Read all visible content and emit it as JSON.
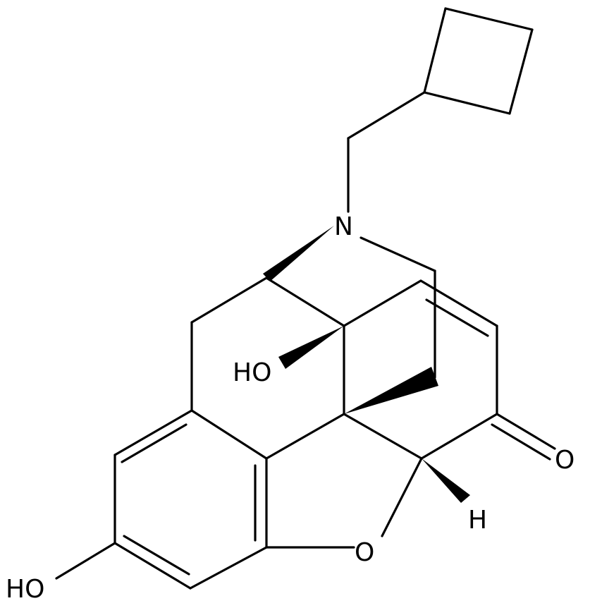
{
  "molecule": {
    "atoms": {
      "n": "N",
      "o_bridge": "O",
      "o_ketone": "O",
      "h_stereo": "H",
      "oh_phenol": "HO",
      "oh_tertiary": "HO"
    },
    "colors": {
      "bond": "#000000",
      "label": "#000000",
      "background": "#ffffff"
    }
  }
}
